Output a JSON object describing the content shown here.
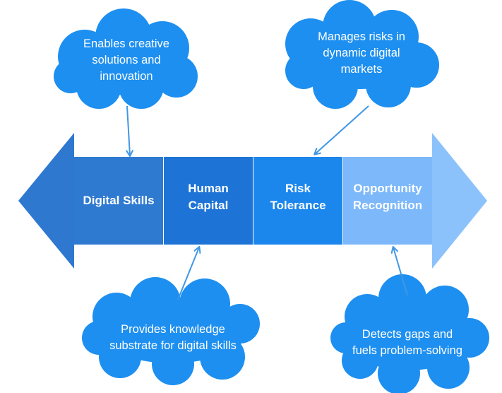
{
  "segments": [
    {
      "label": "Digital Skills",
      "color": "#2f7ad1"
    },
    {
      "label": "Human Capital",
      "color": "#1e74d6"
    },
    {
      "label": "Risk Tolerance",
      "color": "#1b86ec"
    },
    {
      "label": "Opportunity Recognition",
      "color": "#7cb8fa"
    }
  ],
  "arrow_colors": {
    "left_head": "#2e78d0",
    "right_head": "#8cc2fb",
    "connector": "#3f97e6"
  },
  "clouds": {
    "top_left": "Enables creative solutions and innovation",
    "top_right": "Manages risks in dynamic digital markets",
    "bottom_left": "Provides knowledge substrate for digital skills",
    "bottom_right": "Detects gaps and fuels problem-solving"
  },
  "cloud_color": "#1d8ff0"
}
